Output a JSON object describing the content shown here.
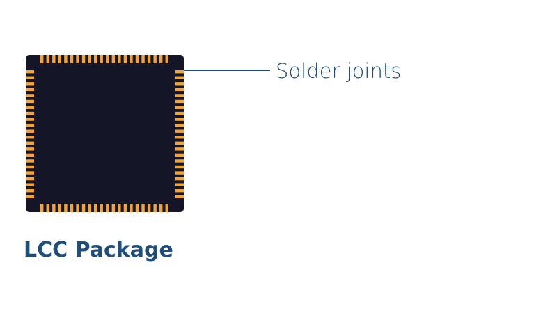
{
  "diagram": {
    "package_label": "LCC Package",
    "callout_label": "Solder joints",
    "pins_per_side": 22
  },
  "colors": {
    "background": "#ffffff",
    "package_body": "#141628",
    "pin": "#f2a43a",
    "label_text": "#1f4e7a",
    "leader_line": "#1f4e7a"
  }
}
